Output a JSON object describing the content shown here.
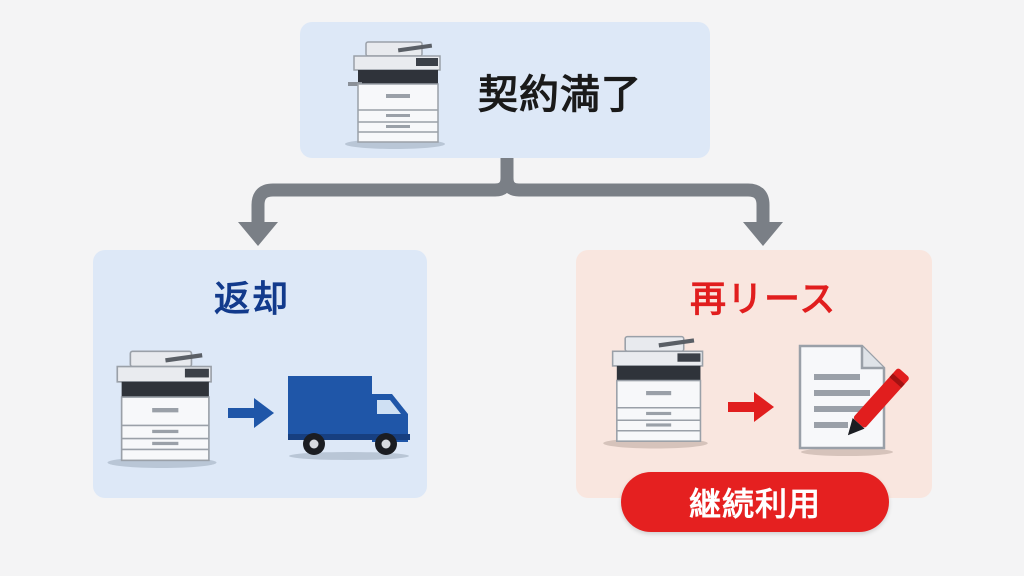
{
  "top": {
    "label": "契約満了"
  },
  "left": {
    "label": "返却"
  },
  "right": {
    "label": "再リース",
    "badge": "継続利用"
  },
  "icons": [
    "copier-icon",
    "truck-icon",
    "document-pen-icon",
    "arrow-right-icon"
  ],
  "colors": {
    "blue_box": "#dde8f7",
    "peach_box": "#f9e6df",
    "navy": "#123a8c",
    "red": "#e11e1e",
    "truck_blue": "#1f56a8",
    "arrow_gray": "#7a7f86"
  }
}
